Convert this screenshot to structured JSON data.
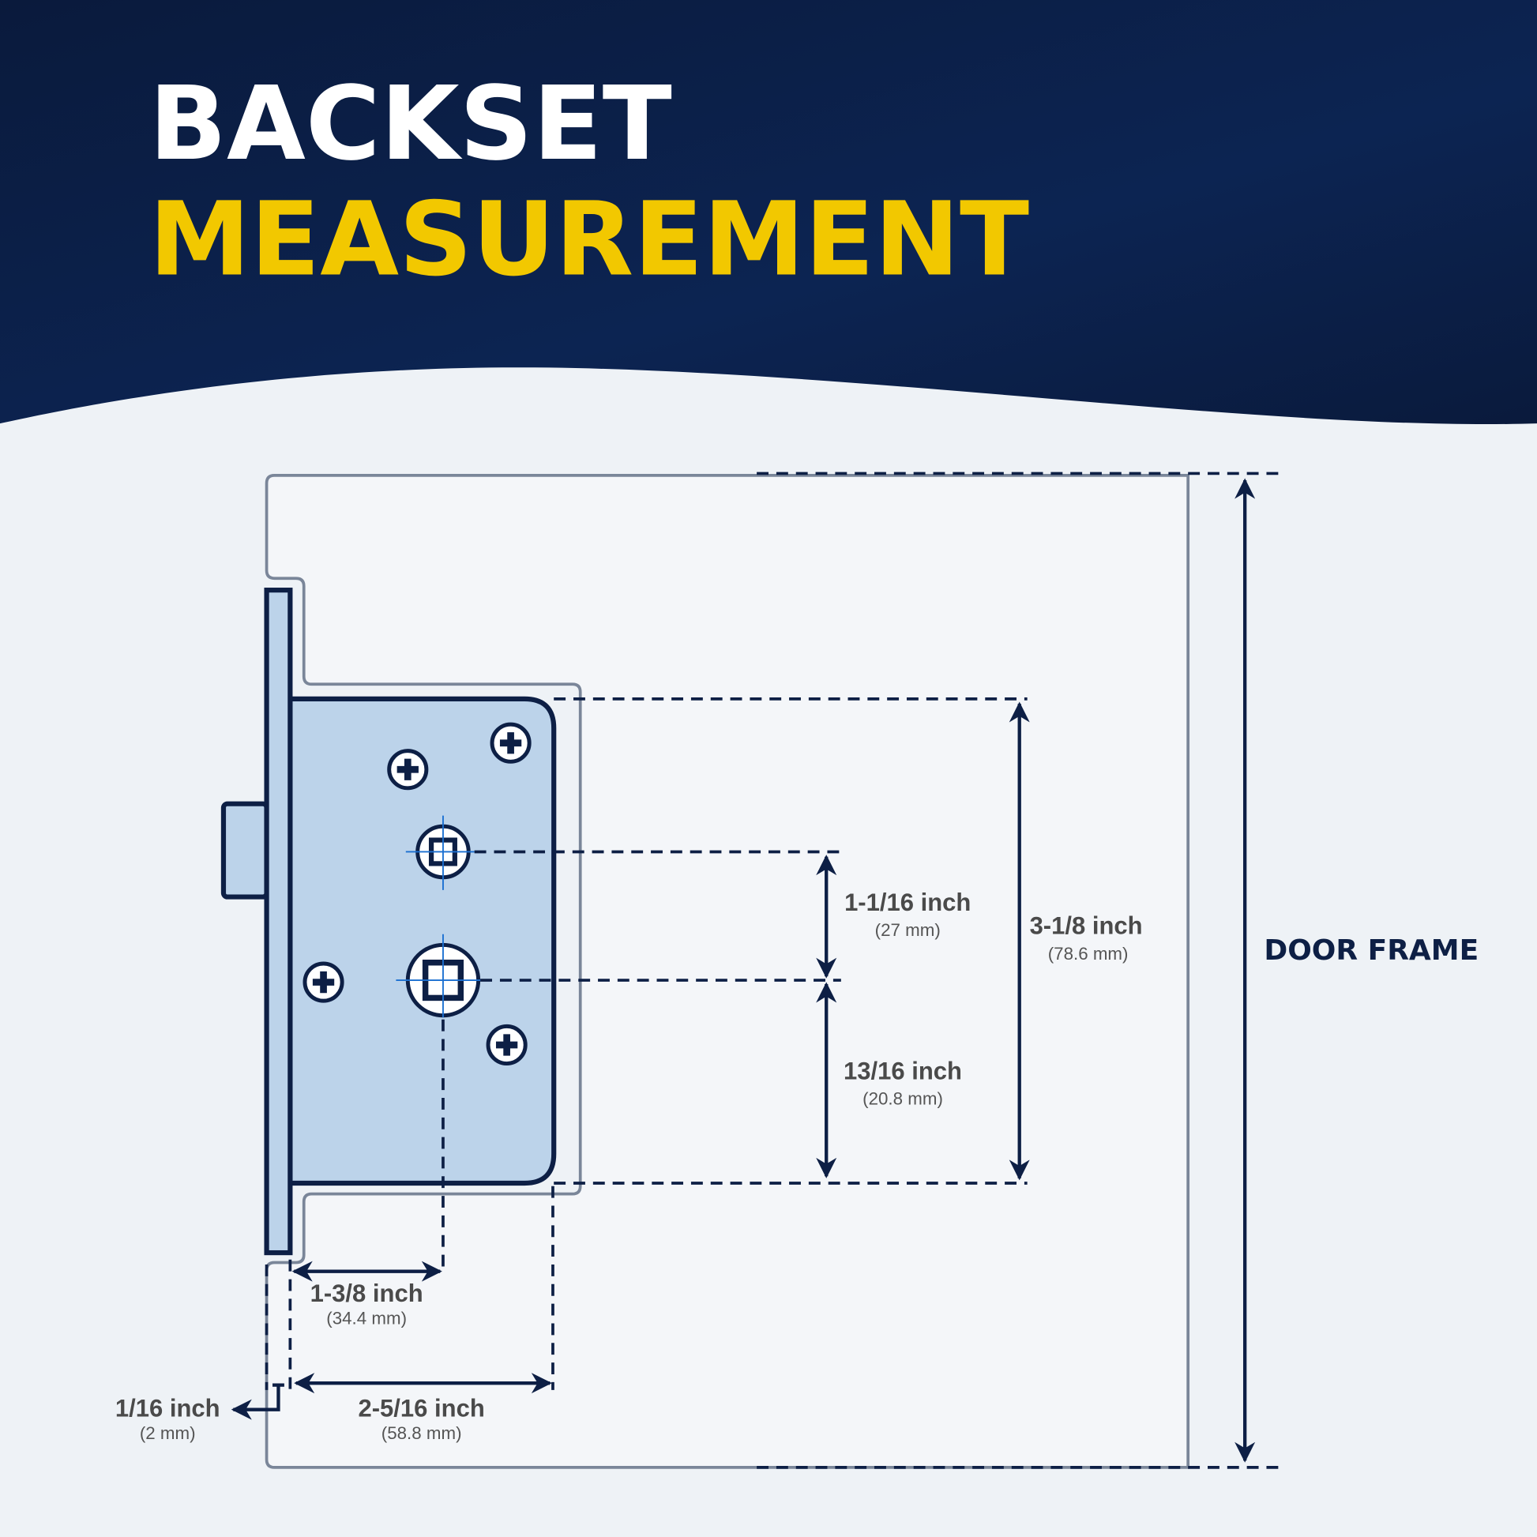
{
  "header": {
    "title_line1": "BACKSET",
    "title_line2": "MEASUREMENT"
  },
  "colors": {
    "navy": "#0a1a3c",
    "yellow": "#f2c800",
    "lock_fill": "#bcd3ea",
    "ink": "#0d1f45"
  },
  "dimensions": {
    "spindle_gap": {
      "label": "1-1/16 inch",
      "sub": "(27 mm)"
    },
    "lower_gap": {
      "label": "13/16 inch",
      "sub": "(20.8 mm)"
    },
    "body_height": {
      "label": "3-1/8 inch",
      "sub": "(78.6 mm)"
    },
    "spindle_backset": {
      "label": "1-3/8 inch",
      "sub": "(34.4 mm)"
    },
    "body_depth": {
      "label": "2-5/16 inch",
      "sub": "(58.8 mm)"
    },
    "faceplate": {
      "label": "1/16 inch",
      "sub": "(2 mm)"
    }
  },
  "door_frame_label": "DOOR FRAME"
}
